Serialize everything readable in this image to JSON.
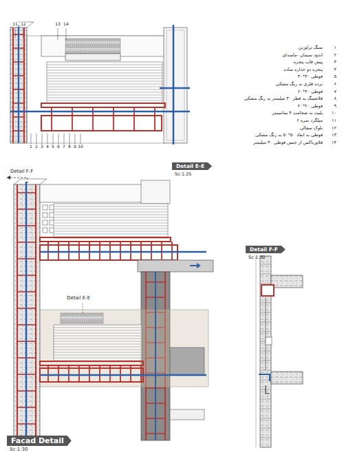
{
  "diagram": {
    "nodes": [
      {
        "text": [
          "Detail E-E",
          "Sc:1:25"
        ]
      },
      {
        "text": [
          "Detail F-F",
          "Sc:1:30"
        ]
      },
      {
        "text": [
          "Facad Detail",
          "Sc:1:30"
        ]
      }
    ],
    "labels": [
      "سنگ تراورتن",
      "اندود سیمان -ماسه‌ای",
      "پیش قاب پنجره",
      "پنجره دو جداره ساده",
      "قوطی ۳۰*۳۰",
      "نرده فلزی به رنگ مشکی",
      "قوطی ۳۰*۶۰",
      "فلاشینگ به قطر ۳۰ میلیمتر به رنگ مشکی",
      "قوطی ۲۰*۲۰",
      "پلیت به ضخامت ۴ سانتیمتر",
      "میلگرد نمره ۶",
      "بلوک سفالی",
      "قوطی به ابعاد ۵۰*۵۰ به رنگ مشکی",
      "فلاورباکس از جنس قوطی ۳۰ میلیمتر",
      "۱",
      "۲",
      "۳",
      "۴",
      "۵",
      "۶",
      "۷",
      "۸",
      "۹",
      "۱۰",
      "۱۱",
      "۱۲",
      "۱۳",
      "۱۴",
      "11",
      "12",
      "13",
      "14",
      "1",
      "2",
      "3",
      "4",
      "5",
      "6",
      "7",
      "8",
      "9",
      "10",
      "Detail F-F",
      "Detail E-E"
    ]
  }
}
